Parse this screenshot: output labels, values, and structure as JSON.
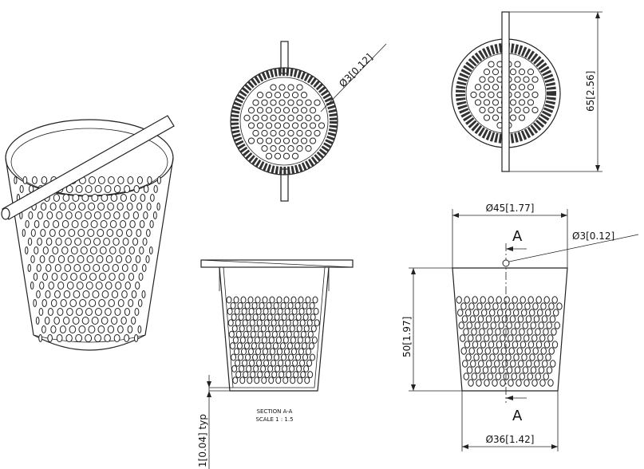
{
  "dimensions": {
    "top_hole": "Ø3[0.12]",
    "height_total": "65[2.56]",
    "top_diameter": "Ø45[1.77]",
    "right_hole": "Ø3[0.12]",
    "height_body": "50[1.97]",
    "bottom_diameter": "Ø36[1.42]",
    "thickness": "1[0.04] typ"
  },
  "section_marks": {
    "top": "A",
    "bottom": "A"
  },
  "section_caption": {
    "line1": "SECTION A-A",
    "line2": "SCALE 1 : 1.5"
  },
  "colors": {
    "line": "#222222",
    "hatch": "#444444",
    "background": "#ffffff"
  }
}
